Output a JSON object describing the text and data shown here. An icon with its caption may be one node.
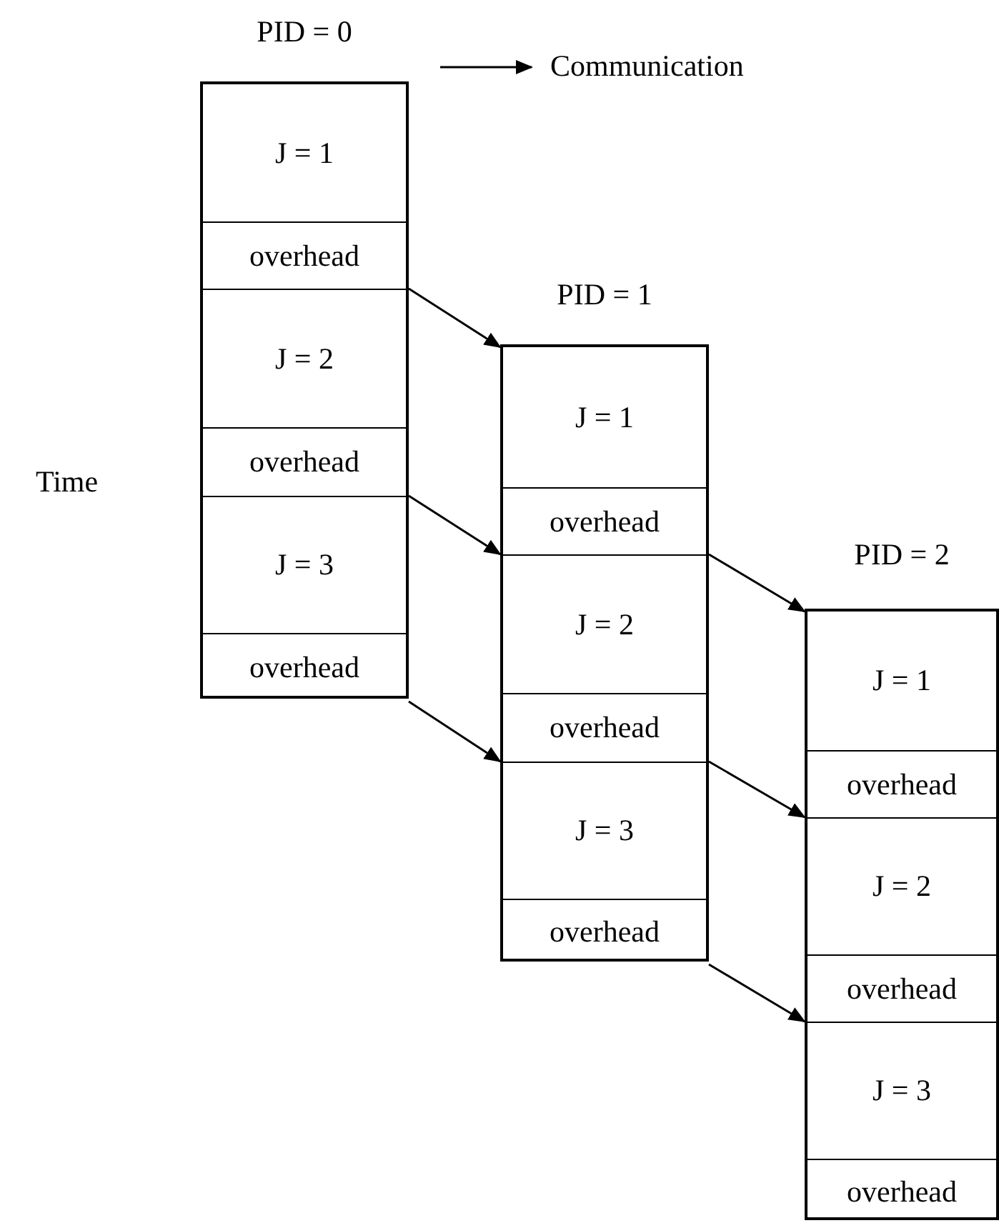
{
  "diagram": {
    "nodes": [
      {
        "text": [
          "PID = 0"
        ]
      },
      {
        "text": [
          "J = 1"
        ],
        "in": 0
      },
      {
        "text": [
          "overhead"
        ],
        "in": 0
      },
      {
        "text": [
          "J = 2"
        ],
        "in": 0
      },
      {
        "text": [
          "overhead"
        ],
        "in": 0
      },
      {
        "text": [
          "J = 3"
        ],
        "in": 0
      },
      {
        "text": [
          "overhead"
        ],
        "in": 0
      },
      {
        "text": [
          "PID = 1"
        ]
      },
      {
        "text": [
          "J = 1"
        ],
        "in": 7
      },
      {
        "text": [
          "overhead"
        ],
        "in": 7
      },
      {
        "text": [
          "J = 2"
        ],
        "in": 7
      },
      {
        "text": [
          "overhead"
        ],
        "in": 7
      },
      {
        "text": [
          "J = 3"
        ],
        "in": 7
      },
      {
        "text": [
          "overhead"
        ],
        "in": 7
      },
      {
        "text": [
          "PID = 2"
        ]
      },
      {
        "text": [
          "J = 1"
        ],
        "in": 14
      },
      {
        "text": [
          "overhead"
        ],
        "in": 14
      },
      {
        "text": [
          "J = 2"
        ],
        "in": 14
      },
      {
        "text": [
          "overhead"
        ],
        "in": 14
      },
      {
        "text": [
          "J = 3"
        ],
        "in": 14
      },
      {
        "text": [
          "overhead"
        ],
        "in": 14
      }
    ],
    "edges": [
      {
        "from": 2,
        "to": 8,
        "arrow": "to"
      },
      {
        "from": 4,
        "to": 10,
        "arrow": "to"
      },
      {
        "from": 6,
        "to": 12,
        "arrow": "to"
      },
      {
        "from": 9,
        "to": 15,
        "arrow": "to"
      },
      {
        "from": 11,
        "to": 17,
        "arrow": "to"
      },
      {
        "from": 13,
        "to": 19,
        "arrow": "to"
      }
    ],
    "labels": [
      "Time"
    ],
    "legend": [
      {
        "text": "Communication"
      }
    ]
  }
}
